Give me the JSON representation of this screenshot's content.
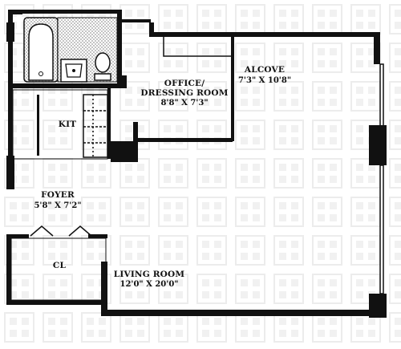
{
  "floorplan": {
    "rooms": {
      "alcove": {
        "label": "ALCOVE",
        "dimensions": "7'3\" X 10'8\""
      },
      "office": {
        "label_line1": "OFFICE/",
        "label_line2": "DRESSING ROOM",
        "dimensions": "8'8\" X 7'3\""
      },
      "kitchen": {
        "label": "KIT"
      },
      "foyer": {
        "label": "FOYER",
        "dimensions": "5'8\" X 7'2\""
      },
      "closet": {
        "label": "CL"
      },
      "living": {
        "label": "LIVING ROOM",
        "dimensions": "12'0\" X 20'0\""
      }
    },
    "colors": {
      "wall": "#111111",
      "watermark": "#e9e9e9",
      "tile": "#bdbdbd"
    }
  }
}
